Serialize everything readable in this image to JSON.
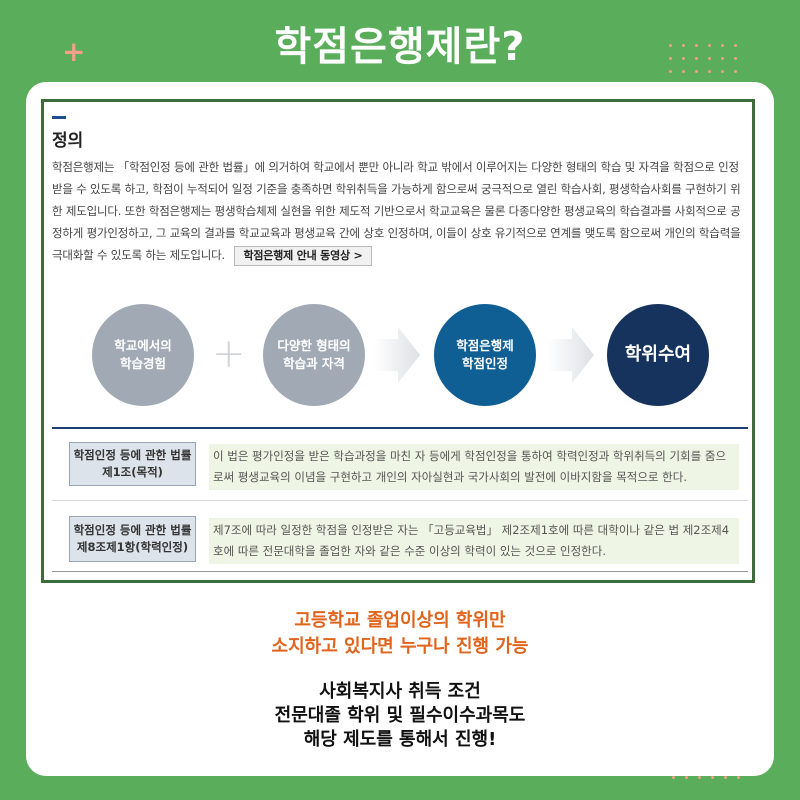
{
  "title": "학점은행제란?",
  "definition": {
    "heading": "정의",
    "body": "학점은행제는 「학점인정 등에 관한 법률」에 의거하여 학교에서 뿐만 아니라 학교 밖에서 이루어지는 다양한 형태의 학습 및 자격을 학점으로 인정받을 수 있도록 하고, 학점이 누적되어 일정 기준을 충족하면 학위취득을 가능하게 함으로써 궁극적으로 열린 학습사회, 평생학습사회를 구현하기 위한 제도입니다. 또한 학점은행제는 평생학습체제 실현을 위한 제도적 기반으로서 학교교육은 물론 다종다양한 평생교육의 학습결과를 사회적으로 공정하게 평가인정하고, 그 교육의 결과를 학교교육과 평생교육 간에 상호 인정하며, 이들이 상호 유기적으로 연계를 맺도록 함으로써 개인의 학습력을 극대화할 수 있도록 하는 제도입니다.",
    "video_button": "학점은행제 안내 동영상 >"
  },
  "flow": {
    "step1": "학교에서의\n학습경험",
    "plus": "+",
    "step2": "다양한 형태의\n학습과 자격",
    "step3": "학점은행제\n학점인정",
    "step4": "학위수여"
  },
  "laws": [
    {
      "label": "학점인정 등에 관한 법률\n제1조(목적)",
      "text": "이 법은 평가인정을 받은 학습과정을 마친 자 등에게 학점인정을 통하여 학력인정과 학위취득의 기회를 줌으로써 평생교육의 이념을 구현하고 개인의 자아실현과 국가사회의 발전에 이바지함을 목적으로 한다."
    },
    {
      "label": "학점인정 등에 관한 법률\n제8조제1항(학력인정)",
      "text": "제7조에 따라 일정한 학점을 인정받은 자는 「고등교육법」 제2조제1호에 따른 대학이나 같은 법 제2조제4호에 따른 전문대학을 졸업한 자와 같은 수준 이상의 학력이 있는 것으로 인정한다."
    }
  ],
  "footer": {
    "orange_line1": "고등학교 졸업이상의 학위만",
    "orange_line2": "소지하고 있다면 누구나 진행 가능",
    "black_line1": "사회복지사 취득 조건",
    "black_line2": "전문대졸 학위 및 필수이수과목도",
    "black_line3": "해당 제도를 통해서 진행!"
  },
  "colors": {
    "background": "#5aad5a",
    "accent_orange": "#e0641c",
    "navy": "#15335d",
    "blue": "#0f5e94",
    "grey_circle": "#a1a9b5"
  }
}
